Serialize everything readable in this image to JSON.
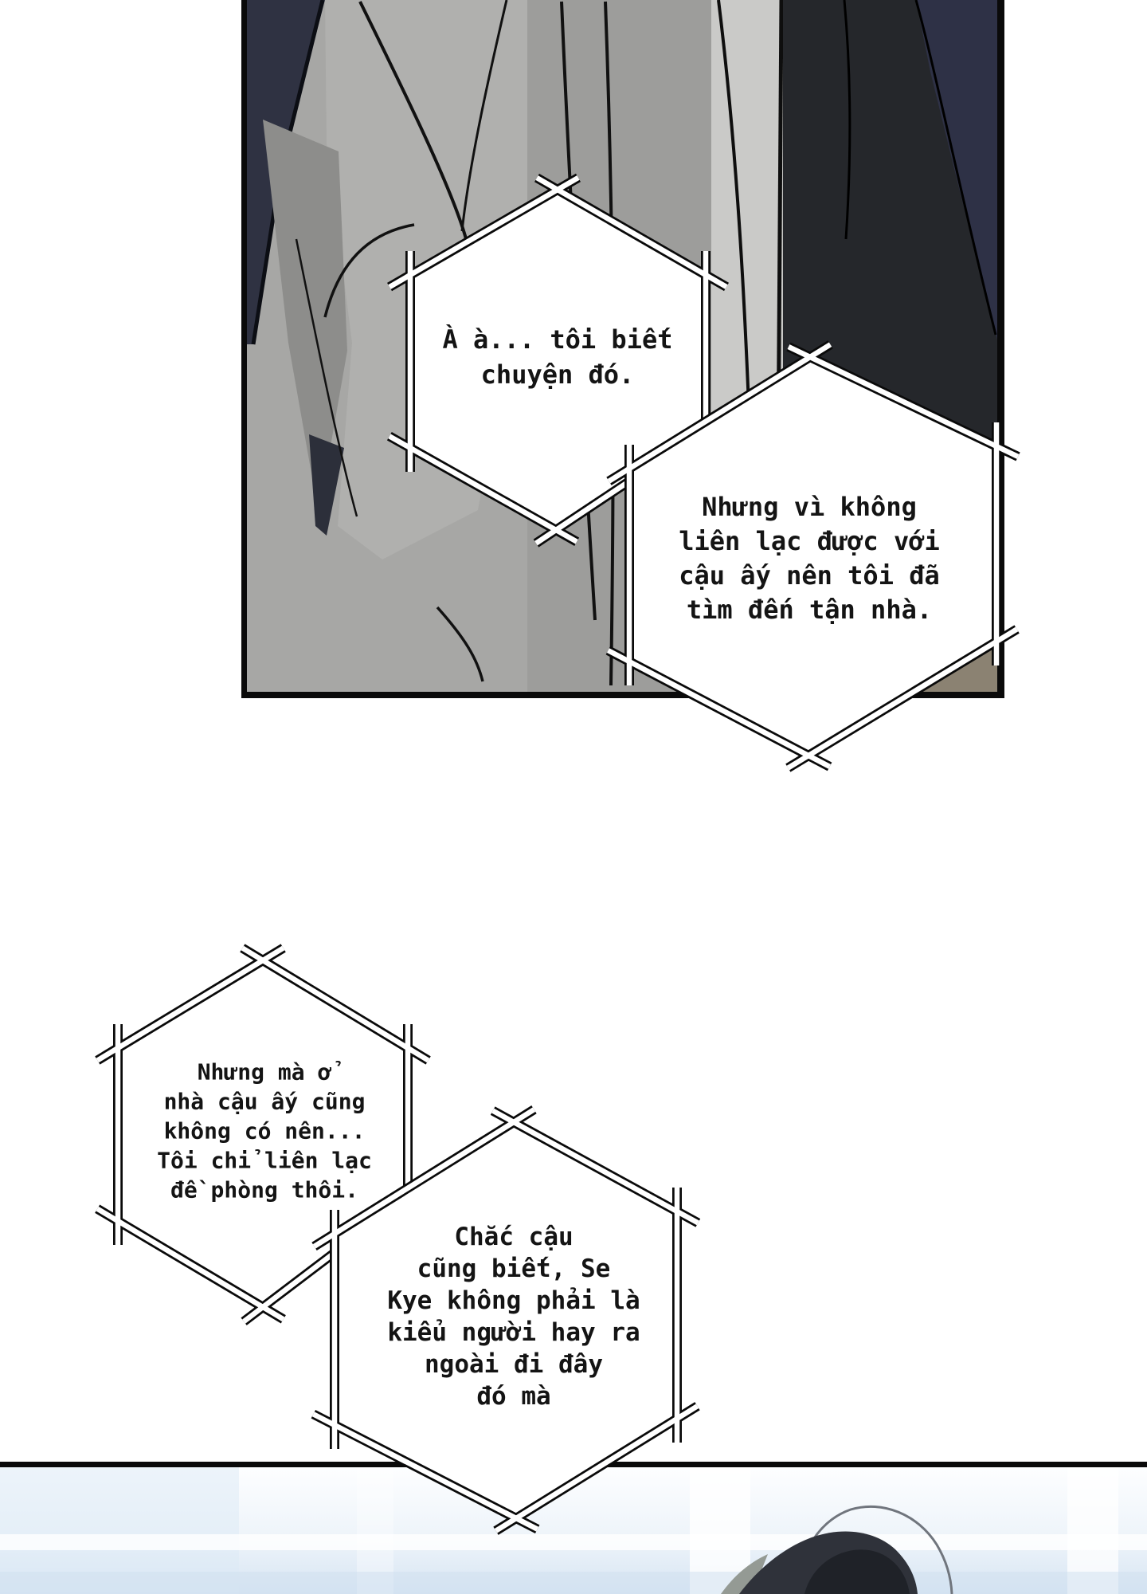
{
  "page": {
    "kind": "manhwa-comic-page"
  },
  "bubbles": [
    {
      "lines": [
        "À à... tôi biết",
        "chuyện đó."
      ]
    },
    {
      "lines": [
        "Nhưng vì không",
        "liên lạc được với",
        "cậu ấy nên tôi đã",
        "tìm đến tận nhà."
      ]
    },
    {
      "lines": [
        "Nhưng mà ở",
        "nhà cậu ấy cũng",
        "không có nên...",
        "Tôi chỉ liên lạc",
        "đề phòng thôi."
      ]
    },
    {
      "lines": [
        "Chắc cậu",
        "cũng biết, Se",
        "Kye không phải là",
        "kiểu người hay ra",
        "ngoài đi đây",
        "đó mà"
      ]
    }
  ],
  "colors": {
    "ink": "#0a0a0a",
    "fabric_gray": "#a7a7a5",
    "fabric_gray_dark": "#9d9d9b",
    "charcoal": "#25272b",
    "navy": "#2f3242",
    "olive": "#8b8272",
    "light_strip": "#cacac8",
    "sky_top": "#fdfeff",
    "sky_bottom": "#d7e5f3",
    "hair": "#2f323a"
  }
}
